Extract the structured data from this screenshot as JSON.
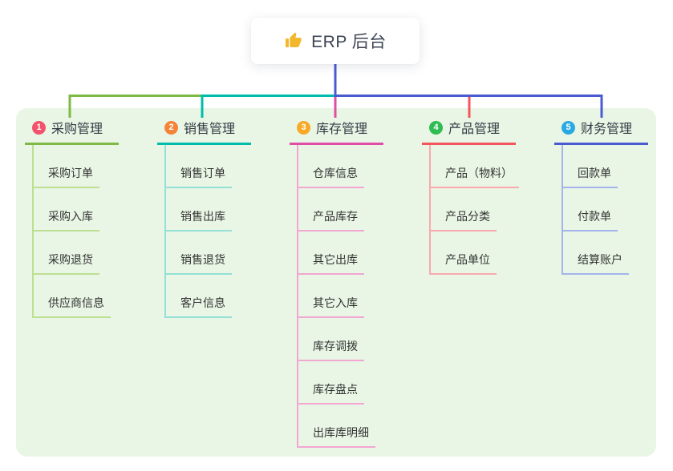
{
  "root": {
    "title": "ERP 后台",
    "icon": "thumbs-up-icon",
    "icon_color": "#f3b72c",
    "text_color": "#3d4654"
  },
  "canvas": {
    "panel_color": "#e9f6e5",
    "page_color": "#ffffff"
  },
  "branches": [
    {
      "num": "1",
      "title": "采购管理",
      "badge_color": "#f2526b",
      "line_color": "#7cba45",
      "child_line_color": "#bcdf92",
      "children": [
        "采购订单",
        "采购入库",
        "采购退货",
        "供应商信息"
      ]
    },
    {
      "num": "2",
      "title": "销售管理",
      "badge_color": "#f58438",
      "line_color": "#00bcab",
      "child_line_color": "#93e0d6",
      "children": [
        "销售订单",
        "销售出库",
        "销售退货",
        "客户信息"
      ]
    },
    {
      "num": "3",
      "title": "库存管理",
      "badge_color": "#f7a927",
      "line_color": "#e04da4",
      "child_line_color": "#f2a6d2",
      "children": [
        "仓库信息",
        "产品库存",
        "其它出库",
        "其它入库",
        "库存调拨",
        "库存盘点",
        "出库库明细"
      ]
    },
    {
      "num": "4",
      "title": "产品管理",
      "badge_color": "#2fbc53",
      "line_color": "#f4555c",
      "child_line_color": "#f9a9ae",
      "children": [
        "产品（物料）",
        "产品分类",
        "产品单位"
      ]
    },
    {
      "num": "5",
      "title": "财务管理",
      "badge_color": "#29aae2",
      "line_color": "#4a5bd2",
      "child_line_color": "#a4b3ec",
      "children": [
        "回款单",
        "付款单",
        "结算账户"
      ]
    }
  ]
}
